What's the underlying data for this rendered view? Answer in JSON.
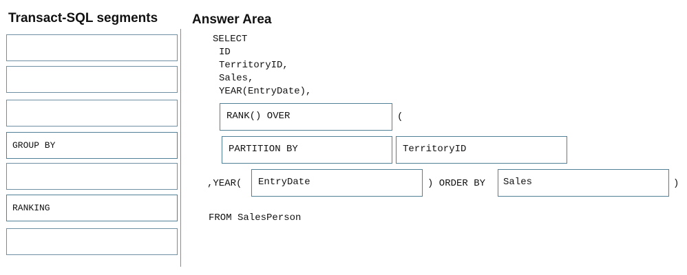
{
  "segments_panel": {
    "title": "Transact-SQL segments",
    "items": [
      "",
      "",
      "",
      "GROUP BY",
      "",
      "RANKING",
      ""
    ]
  },
  "answer_area": {
    "title": "Answer Area",
    "code": {
      "select": "SELECT",
      "id": "ID",
      "territory_id": "TerritoryID,",
      "sales": "Sales,",
      "year_entry": "YEAR(EntryDate),",
      "open_paren": "(",
      "year_prefix": ",YEAR(",
      "close_order_by": ") ORDER BY",
      "close_paren": ")",
      "from": "FROM SalesPerson"
    },
    "slots": {
      "rank_over": "RANK() OVER",
      "partition_by": "PARTITION BY",
      "partition_column": "TerritoryID",
      "year_arg": "EntryDate",
      "order_column": "Sales"
    }
  }
}
